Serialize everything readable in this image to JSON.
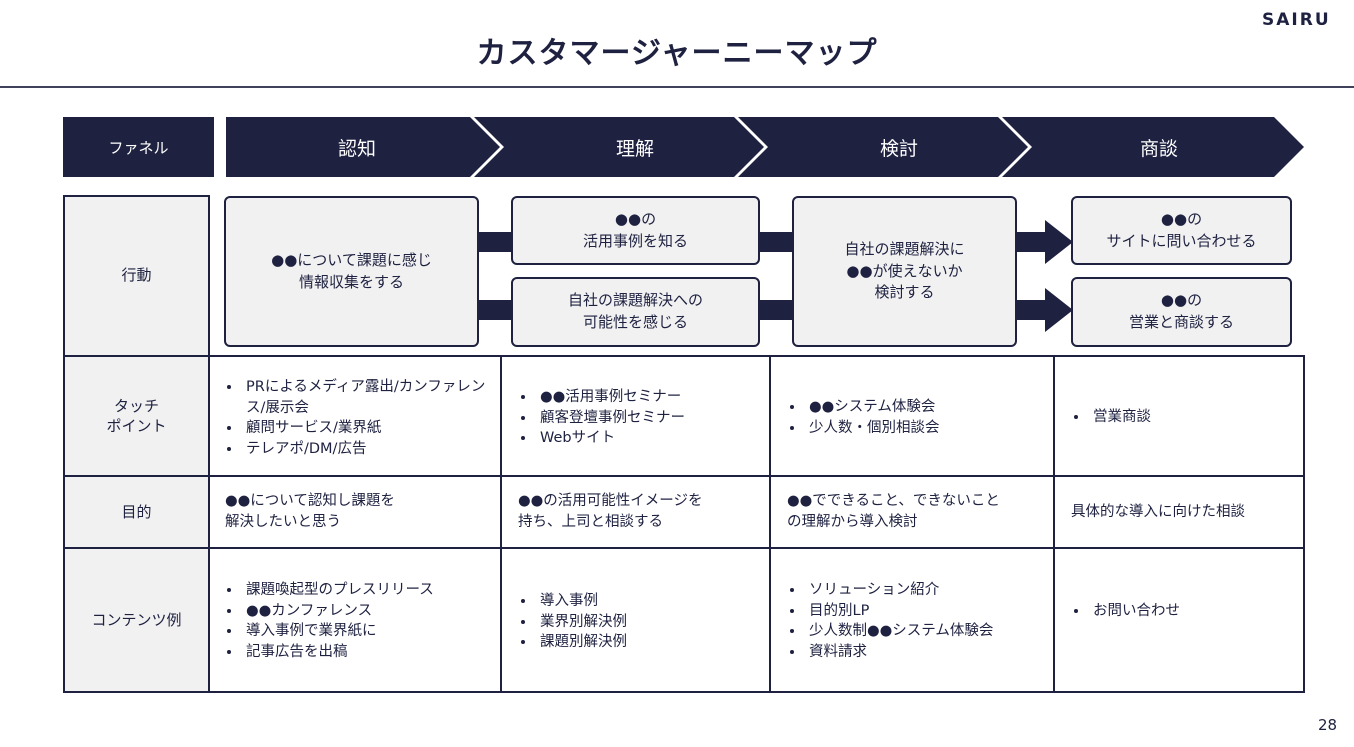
{
  "header": {
    "brand": "SAIRU",
    "title": "カスタマージャーニーマップ",
    "page_number": "28"
  },
  "funnel": {
    "label": "ファネル",
    "stages": [
      "認知",
      "理解",
      "検討",
      "商談"
    ]
  },
  "rows": {
    "action": "行動",
    "touchpoint": "タッチ\nポイント",
    "purpose": "目的",
    "content": "コンテンツ例"
  },
  "actions": {
    "a1": "●●について課題に感じ\n情報収集をする",
    "a2": "●●の\n活用事例を知る",
    "a3": "自社の課題解決への\n可能性を感じる",
    "a4": "自社の課題解決に\n●●が使えないか\n検討する",
    "a5": "●●の\nサイトに問い合わせる",
    "a6": "●●の\n営業と商談する"
  },
  "touchpoints": [
    [
      "PRによるメディア露出/カンファレンス/展示会",
      "顧問サービス/業界紙",
      "テレアポ/DM/広告"
    ],
    [
      "●●活用事例セミナー",
      "顧客登壇事例セミナー",
      "Webサイト"
    ],
    [
      "●●システム体験会",
      "少人数・個別相談会"
    ],
    [
      "営業商談"
    ]
  ],
  "purposes": [
    "●●について認知し課題を\n解決したいと思う",
    "●●の活用可能性イメージを\n持ち、上司と相談する",
    "●●でできること、できないこと\nの理解から導入検討",
    "具体的な導入に向けた相談"
  ],
  "contents": [
    [
      "課題喚起型のプレスリリース",
      "●●カンファレンス",
      "導入事例で業界紙に",
      "記事広告を出稿"
    ],
    [
      "導入事例",
      "業界別解決例",
      "課題別解決例"
    ],
    [
      "ソリューション紹介",
      "目的別LP",
      "少人数制●●システム体験会",
      "資料請求"
    ],
    [
      "お問い合わせ"
    ]
  ],
  "colors": {
    "navy": "#1e2140",
    "cell_bg": "#f1f1f1"
  }
}
